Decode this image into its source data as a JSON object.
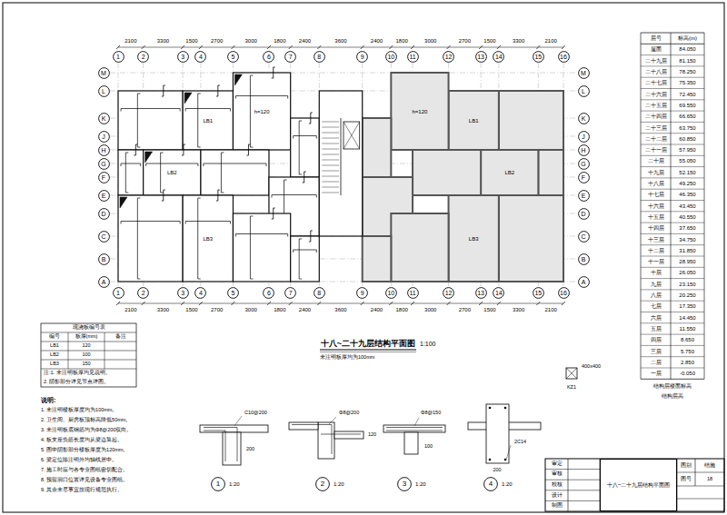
{
  "diagram": {
    "title": "十八~二十九层结构平面图",
    "nodes": [
      {
        "text": [
          "1"
        ]
      },
      {
        "text": [
          "2"
        ]
      },
      {
        "text": [
          "3"
        ]
      },
      {
        "text": [
          "4"
        ]
      },
      {
        "text": [
          "5"
        ]
      },
      {
        "text": [
          "6"
        ]
      },
      {
        "text": [
          "7"
        ]
      },
      {
        "text": [
          "8"
        ]
      },
      {
        "text": [
          "9"
        ]
      },
      {
        "text": [
          "10"
        ]
      },
      {
        "text": [
          "11"
        ]
      },
      {
        "text": [
          "12"
        ]
      },
      {
        "text": [
          "13"
        ]
      },
      {
        "text": [
          "14"
        ]
      },
      {
        "text": [
          "15"
        ]
      },
      {
        "text": [
          "16"
        ]
      },
      {
        "text": [
          "M"
        ]
      },
      {
        "text": [
          "L"
        ]
      },
      {
        "text": [
          "K"
        ]
      },
      {
        "text": [
          "J"
        ]
      },
      {
        "text": [
          "H"
        ]
      },
      {
        "text": [
          "G"
        ]
      },
      {
        "text": [
          "F"
        ]
      },
      {
        "text": [
          "E"
        ]
      },
      {
        "text": [
          "D"
        ]
      },
      {
        "text": [
          "C"
        ]
      },
      {
        "text": [
          "B"
        ]
      },
      {
        "text": [
          "A"
        ]
      },
      {
        "text": [
          "M"
        ]
      },
      {
        "text": [
          "L"
        ]
      },
      {
        "text": [
          "K"
        ]
      },
      {
        "text": [
          "J"
        ]
      },
      {
        "text": [
          "H"
        ]
      },
      {
        "text": [
          "G"
        ]
      },
      {
        "text": [
          "F"
        ]
      },
      {
        "text": [
          "E"
        ]
      },
      {
        "text": [
          "D"
        ]
      },
      {
        "text": [
          "C"
        ]
      },
      {
        "text": [
          "B"
        ]
      },
      {
        "text": [
          "A"
        ]
      },
      {
        "text": [
          "1"
        ]
      },
      {
        "text": [
          "2"
        ]
      },
      {
        "text": [
          "3"
        ]
      },
      {
        "text": [
          "4"
        ]
      },
      {
        "text": [
          "5"
        ]
      },
      {
        "text": [
          "6"
        ]
      },
      {
        "text": [
          "7"
        ]
      },
      {
        "text": [
          "8"
        ]
      },
      {
        "text": [
          "9"
        ]
      },
      {
        "text": [
          "10"
        ]
      },
      {
        "text": [
          "11"
        ]
      },
      {
        "text": [
          "12"
        ]
      },
      {
        "text": [
          "13"
        ]
      },
      {
        "text": [
          "14"
        ]
      },
      {
        "text": [
          "15"
        ]
      },
      {
        "text": [
          "16"
        ]
      },
      {
        "text": [
          "1"
        ]
      },
      {
        "text": [
          "2"
        ]
      },
      {
        "text": [
          "3"
        ]
      },
      {
        "text": [
          "4"
        ]
      },
      {
        "text": [
          "十八~二十九层结构平面图"
        ]
      }
    ],
    "labels": [
      "1:100",
      "未注明板厚均为100mm",
      "2100",
      "3300",
      "1500",
      "2700",
      "3000",
      "1800",
      "2400",
      "3600",
      "2400",
      "1800",
      "3000",
      "2700",
      "1500",
      "3300",
      "2100",
      "2100",
      "3300",
      "1500",
      "2700",
      "3000",
      "1800",
      "2400",
      "3600",
      "2400",
      "1800",
      "3000",
      "2700",
      "1500",
      "3300",
      "2100",
      "LB1",
      "LB2",
      "LB3",
      "LB1",
      "LB2",
      "LB3",
      "h=120",
      "h=120",
      "现浇板编号表",
      "编号",
      "板厚(mm)",
      "备注",
      "LB1",
      "120",
      "LB2",
      "100",
      "LB3",
      "150",
      "注:1. 未注明板厚均见说明。",
      "2. 阴影部分详见节点详图。",
      "说明:",
      "1. 未注明楼板厚度均为100mm。",
      "2. 卫生间、厨房板顶标高降低50mm。",
      "3. 未注明板底钢筋均为Φ8@200双向。",
      "4. 板支座负筋长度均从梁边算起。",
      "5. 图中阴影部分楼板厚度为120mm。",
      "6. 梁定位除注明外均轴线居中。",
      "7. 施工时应与各专业图纸密切配合。",
      "8. 预留洞口位置详见设备专业图纸。",
      "9. 其余未尽事宜按现行规范执行。",
      "1:20",
      "1:20",
      "1:20",
      "1:20",
      "C10@200",
      "200",
      "Φ8@200",
      "120",
      "Φ8@150",
      "100",
      "2C14",
      "200",
      "KZ1",
      "400x400",
      "层号",
      "标高(m)",
      "屋面",
      "84.050",
      "二十九层",
      "81.150",
      "二十八层",
      "78.250",
      "二十七层",
      "75.350",
      "二十六层",
      "72.450",
      "二十五层",
      "69.550",
      "二十四层",
      "66.650",
      "二十三层",
      "63.750",
      "二十二层",
      "60.850",
      "二十一层",
      "57.950",
      "二十层",
      "55.050",
      "十九层",
      "52.150",
      "十八层",
      "49.250",
      "十七层",
      "46.350",
      "十六层",
      "43.450",
      "十五层",
      "40.550",
      "十四层",
      "37.650",
      "十三层",
      "34.750",
      "十二层",
      "31.850",
      "十一层",
      "28.950",
      "十层",
      "26.050",
      "九层",
      "23.150",
      "八层",
      "20.250",
      "七层",
      "17.350",
      "六层",
      "14.450",
      "五层",
      "11.550",
      "四层",
      "8.650",
      "三层",
      "5.750",
      "二层",
      "2.850",
      "一层",
      "-0.050",
      "结构层楼面标高",
      "结构层高",
      "审定",
      "审核",
      "校核",
      "设计",
      "制图",
      "图别",
      "结施",
      "图号",
      "18"
    ]
  }
}
